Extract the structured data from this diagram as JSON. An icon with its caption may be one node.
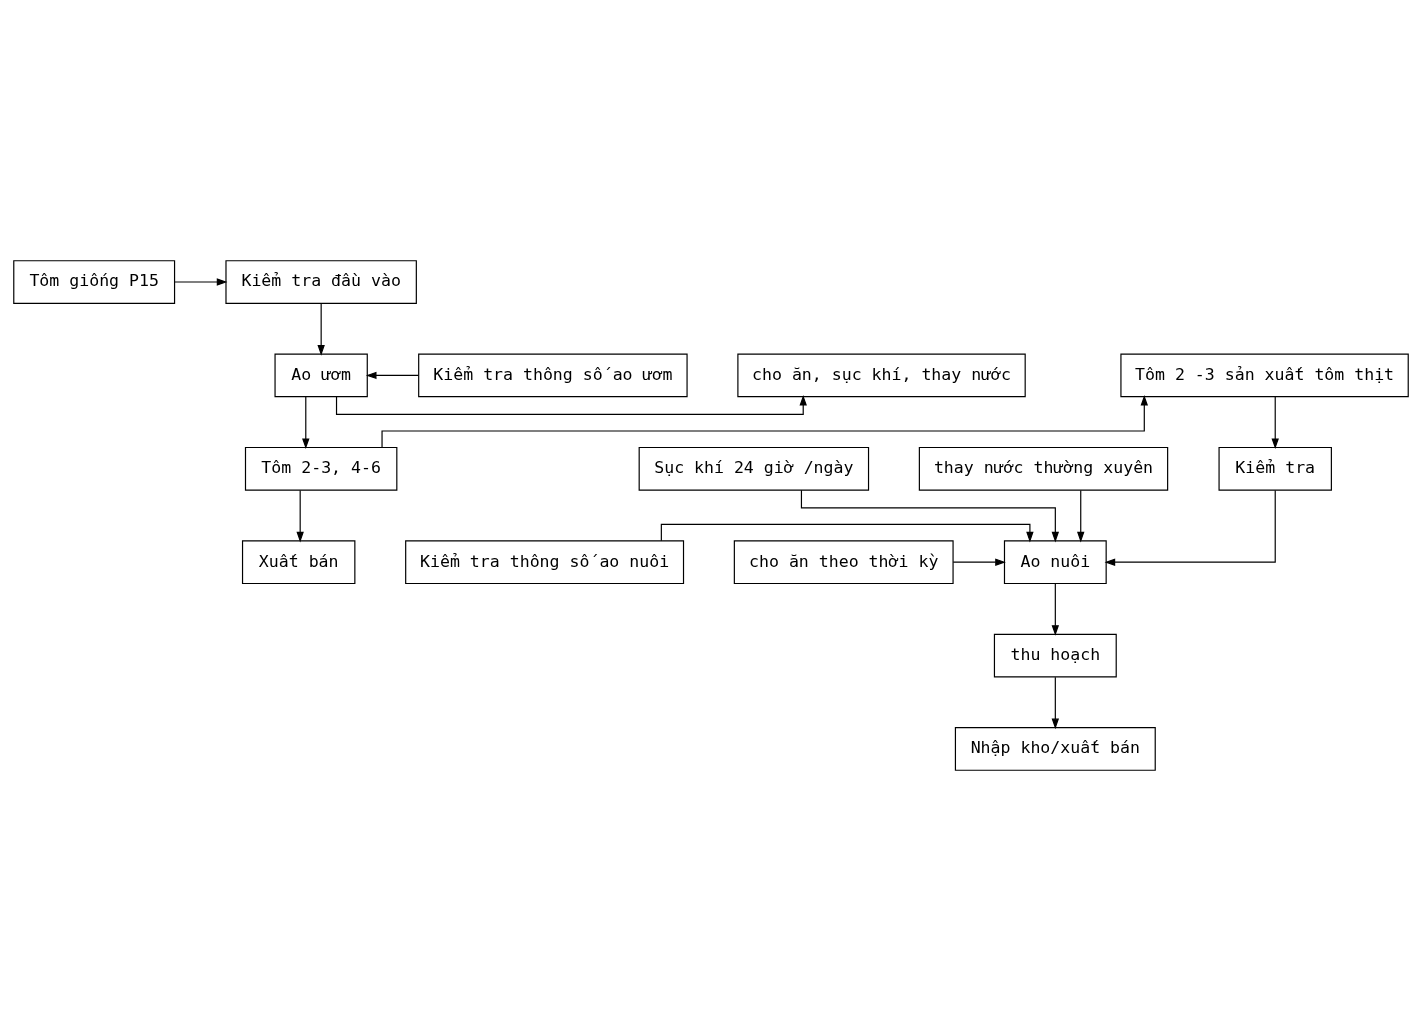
{
  "diagram": {
    "nodes": [
      {
        "text": [
          "Tôm giống P15"
        ]
      },
      {
        "text": [
          "Kiểm tra đầu vào"
        ]
      },
      {
        "text": [
          "Tôm 2 -3 sản xuất tôm thịt"
        ]
      },
      {
        "text": [
          "cho ăn, sục khí, thay nước"
        ]
      },
      {
        "text": [
          "Ao ươm"
        ]
      },
      {
        "text": [
          "Kiểm tra thông số ao ươm"
        ]
      },
      {
        "text": [
          "Tôm 2-3, 4-6"
        ]
      },
      {
        "text": [
          "Xuất bán"
        ]
      },
      {
        "text": [
          "Kiểm tra"
        ]
      },
      {
        "text": [
          "Kiểm tra thông số ao nuôi"
        ]
      },
      {
        "text": [
          "Sục khí 24 giờ /ngày"
        ]
      },
      {
        "text": [
          "Ao nuôi"
        ]
      },
      {
        "text": [
          "cho ăn theo thời kỳ"
        ]
      },
      {
        "text": [
          "thay nước thường xuyên"
        ]
      },
      {
        "text": [
          "thu hoạch"
        ]
      },
      {
        "text": [
          "Nhập kho/xuất bán"
        ]
      }
    ],
    "edges": [
      {
        "from": 0,
        "to": 1,
        "arrow": "to"
      },
      {
        "from": 1,
        "to": 4,
        "arrow": "to"
      },
      {
        "from": 4,
        "to": 3,
        "arrow": "to"
      },
      {
        "from": 5,
        "to": 4,
        "arrow": "to"
      },
      {
        "from": 4,
        "to": 6,
        "arrow": "to"
      },
      {
        "from": 6,
        "to": 7,
        "arrow": "to"
      },
      {
        "from": 6,
        "to": 2,
        "arrow": "to"
      },
      {
        "from": 2,
        "to": 8,
        "arrow": "to"
      },
      {
        "from": 8,
        "to": 11,
        "arrow": "to"
      },
      {
        "from": 9,
        "to": 11,
        "arrow": "to"
      },
      {
        "from": 10,
        "to": 11,
        "arrow": "to"
      },
      {
        "from": 12,
        "to": 11,
        "arrow": "to"
      },
      {
        "from": 13,
        "to": 11,
        "arrow": "to"
      },
      {
        "from": 11,
        "to": 14,
        "arrow": "to"
      },
      {
        "from": 14,
        "to": 15,
        "arrow": "to"
      }
    ]
  }
}
